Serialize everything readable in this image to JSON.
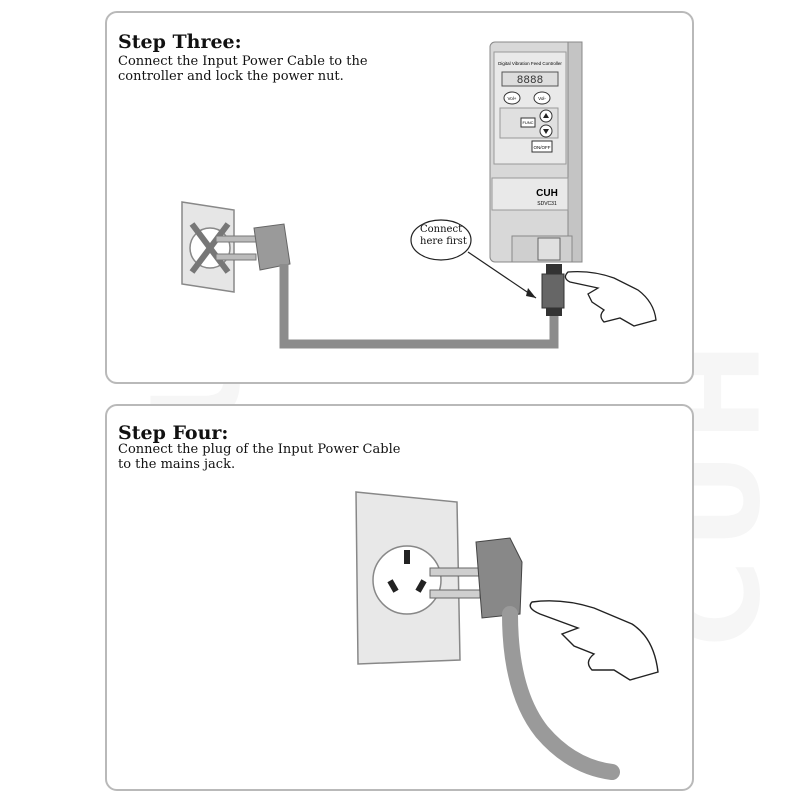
{
  "step3": {
    "title": "Step Three:",
    "description_line1": "Connect the Input Power Cable to the",
    "description_line2": "controller and lock the power nut.",
    "callout_line1": "Connect",
    "callout_line2": "here  first",
    "controller": {
      "header": "Digital Vibration Feed Controller",
      "brand": "CUH",
      "model": "SDVC31",
      "button_left": "Vol+",
      "button_right": "Vol-",
      "button_mid": "FUNC",
      "button_onoff": "ON/OFF",
      "display": "8888"
    }
  },
  "step4": {
    "title": "Step Four:",
    "description_line1": "Connect the plug of the Input Power Cable",
    "description_line2": "to the mains jack."
  },
  "watermark": "CUH",
  "colors": {
    "border": "#b9b9b9",
    "cable": "#8c8c8c",
    "controller": "#dcdcdc",
    "socket": "#e8e8e8"
  }
}
